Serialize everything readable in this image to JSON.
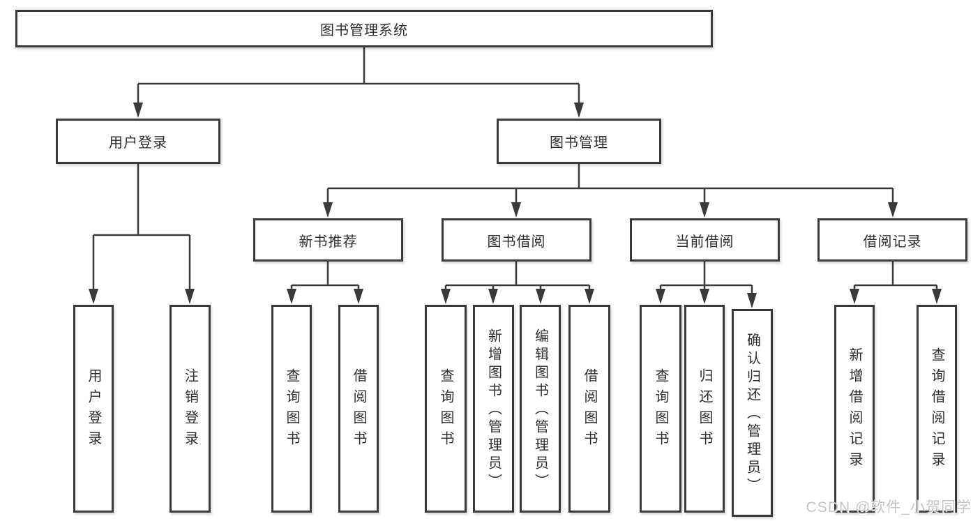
{
  "diagram": {
    "type": "hierarchy-tree",
    "root": {
      "label": "图书管理系统",
      "children": [
        {
          "label": "用户登录",
          "children": [
            {
              "label": "用户登录"
            },
            {
              "label": "注销登录"
            }
          ]
        },
        {
          "label": "图书管理",
          "children": [
            {
              "label": "新书推荐",
              "children": [
                {
                  "label": "查询图书"
                },
                {
                  "label": "借阅图书"
                }
              ]
            },
            {
              "label": "图书借阅",
              "children": [
                {
                  "label": "查询图书"
                },
                {
                  "label": "新增图书（管理员）"
                },
                {
                  "label": "编辑图书（管理员）"
                },
                {
                  "label": "借阅图书"
                }
              ]
            },
            {
              "label": "当前借阅",
              "children": [
                {
                  "label": "查询图书"
                },
                {
                  "label": "归还图书"
                },
                {
                  "label": "确认归还（管理员）"
                }
              ]
            },
            {
              "label": "借阅记录",
              "children": [
                {
                  "label": "新增借阅记录"
                },
                {
                  "label": "查询借阅记录"
                }
              ]
            }
          ]
        }
      ]
    },
    "colors": {
      "line": "#3a3a3a",
      "box_border": "#3a3a3a",
      "text": "#2f2f2f",
      "background": "#ffffff",
      "watermark": "#c6c6c6"
    }
  },
  "watermark": "CSDN @软件_小贺同学"
}
